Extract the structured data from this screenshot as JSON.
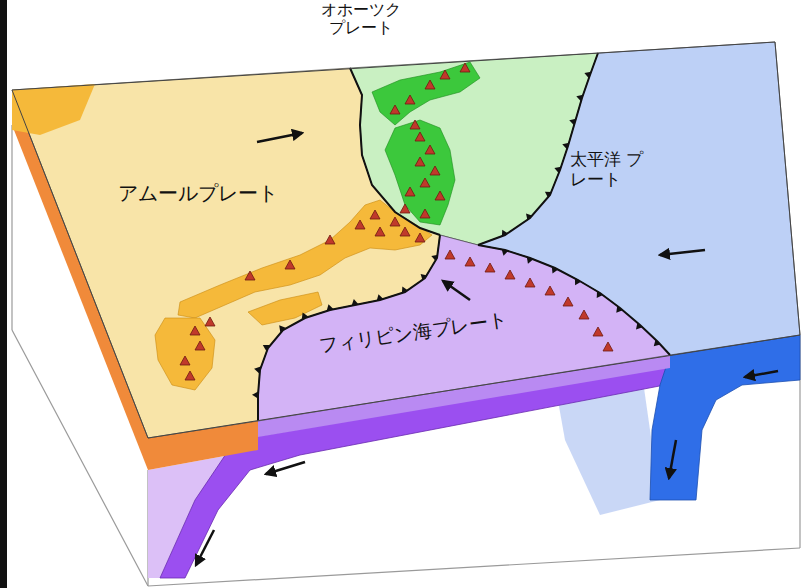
{
  "diagram": {
    "labels": [
      "オホーツク プレート",
      "アムールプレート",
      "太平洋 プレート",
      "フィリピン海プレート"
    ]
  }
}
